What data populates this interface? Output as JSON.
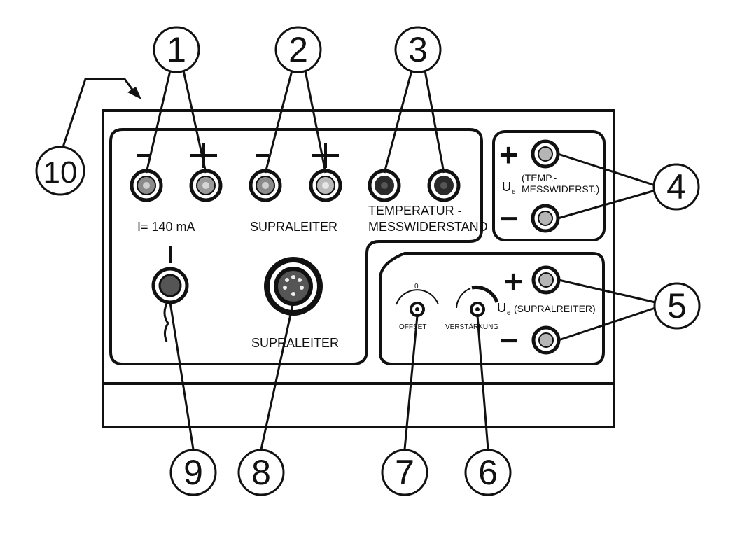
{
  "labels": {
    "current": "I= 140 mA",
    "supraleiter_top": "SUPRALEITER",
    "temperatur_line1": "TEMPERATUR -",
    "temperatur_line2": "MESSWIDERSTAND",
    "supraleiter_bottom": "SUPRALEITER",
    "ue_symbol": "U",
    "ue_sub": "e",
    "temp_line1": "(TEMP.-",
    "temp_line2": "MESSWIDERST.)",
    "supra_paren": "(SUPRALREITER)",
    "offset": "OFFSET",
    "offset_zero": "0",
    "verstaerkung": "VERSTÄRKUNG",
    "switch_mark": "I",
    "plus": "+",
    "minus": "−"
  },
  "callouts": [
    "1",
    "2",
    "3",
    "4",
    "5",
    "6",
    "7",
    "8",
    "9",
    "10"
  ],
  "colors": {
    "line": "#111111",
    "socket_gray": "#8a8a8a",
    "socket_light": "#b9b9b9",
    "socket_dark": "#2a2a2a"
  }
}
